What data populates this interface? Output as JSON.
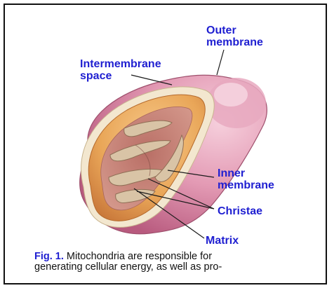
{
  "labels": {
    "outer": "Outer\nmembrane",
    "intermembrane": "Intermembrane\nspace",
    "inner": "Inner\nmembrane",
    "cristae": "Christae",
    "matrix": "Matrix"
  },
  "caption": {
    "fig": "Fig. 1.",
    "line1": " Mitochondria are responsible for",
    "line2": "generating cellular energy, as well as pro-"
  },
  "colors": {
    "label_text": "#1f1fd1",
    "outer_membrane": "#d98aa6",
    "outer_highlight": "#f4c9d6",
    "intermembrane": "#f2e6cf",
    "inner_membrane": "#e8a65a",
    "matrix": "#c98a86",
    "cristae_fill": "#c9b39a"
  }
}
